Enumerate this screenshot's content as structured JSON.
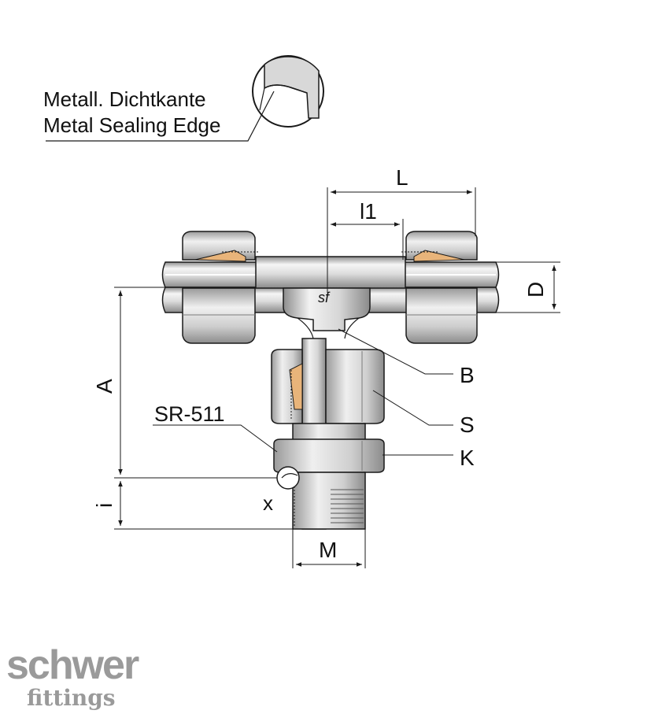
{
  "callout": {
    "line_de": "Metall. Dichtkante",
    "line_en": "Metal Sealing Edge"
  },
  "dimensions": {
    "L": "L",
    "l1": "l1",
    "D": "D",
    "A": "A",
    "i": "i",
    "M": "M"
  },
  "parts": {
    "B": "B",
    "S": "S",
    "K": "K",
    "x": "x",
    "sr": "SR-511",
    "mark": "sf"
  },
  "logo": {
    "line1": "schwer",
    "line2": "fittings"
  },
  "colors": {
    "line": "#1a1a1a",
    "metal_light": "#f2f2f2",
    "metal_mid": "#c8c8c8",
    "metal_dark": "#8a8a8a",
    "seal": "#e8b47a",
    "logo": "#9a9a9a"
  }
}
